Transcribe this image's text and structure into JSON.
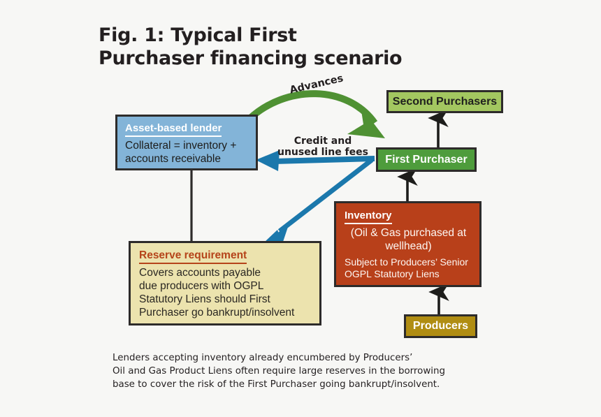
{
  "figure": {
    "title": "Fig. 1: Typical First\nPurchaser financing scenario",
    "caption": "Lenders accepting inventory already encumbered by Producers’\nOil and Gas Product Liens often require large reserves in the borrowing\nbase to cover the risk of the First Purchaser going bankrupt/insolvent."
  },
  "nodes": {
    "lender": {
      "header": "Asset-based lender",
      "body": "Collateral = inventory +\naccounts receivable",
      "fill": "#83b4d8",
      "header_color": "#ffffff",
      "text_color": "#1d1d1b"
    },
    "reserve": {
      "header": "Reserve requirement",
      "body": "Covers accounts payable\ndue producers with OGPL\nStatutory Liens should First\nPurchaser go bankrupt/insolvent",
      "fill": "#ece3ae",
      "header_color": "#b5441a",
      "text_color": "#2a2722"
    },
    "inventory": {
      "header": "Inventory",
      "body_center": "(Oil & Gas purchased at\nwellhead)",
      "body_small": "Subject to Producers’ Senior\nOGPL Statutory Liens",
      "fill": "#b8401a",
      "header_color": "#ffffff",
      "text_color": "#fdf6f2"
    },
    "second_purchasers": {
      "label": "Second Purchasers",
      "fill": "#a3c760",
      "text_color": "#20201e"
    },
    "first_purchaser": {
      "label": "First Purchaser",
      "fill": "#4e9c3c",
      "text_color": "#ffffff"
    },
    "producers": {
      "label": "Producers",
      "fill": "#b08d12",
      "text_color": "#ffffff"
    }
  },
  "arrows": {
    "advances": {
      "label": "Advances",
      "color": "#4f9133",
      "from": "lender",
      "to": "first_purchaser"
    },
    "credit_fees": {
      "label": "Credit and\nunused line fees",
      "color": "#1b78ac",
      "from": "first_purchaser",
      "to": "lender"
    },
    "reserve_flow": {
      "label": "",
      "color": "#1b78ac",
      "from": "first_purchaser",
      "to": "reserve"
    },
    "lender_reserve": {
      "label": "",
      "color": "#2d2b2a",
      "from": "lender",
      "to": "reserve"
    },
    "inventory_to_first": {
      "label": "",
      "color": "#1d1d1b",
      "from": "inventory",
      "to": "first_purchaser"
    },
    "first_to_second": {
      "label": "",
      "color": "#1d1d1b",
      "from": "first_purchaser",
      "to": "second_purchasers"
    },
    "producers_to_inventory": {
      "label": "",
      "color": "#1d1d1b",
      "from": "producers",
      "to": "inventory"
    }
  },
  "colors": {
    "background": "#f7f7f5",
    "border": "#2d2b2a",
    "blue_arrow": "#1b78ac",
    "green_arrow": "#4f9133"
  }
}
